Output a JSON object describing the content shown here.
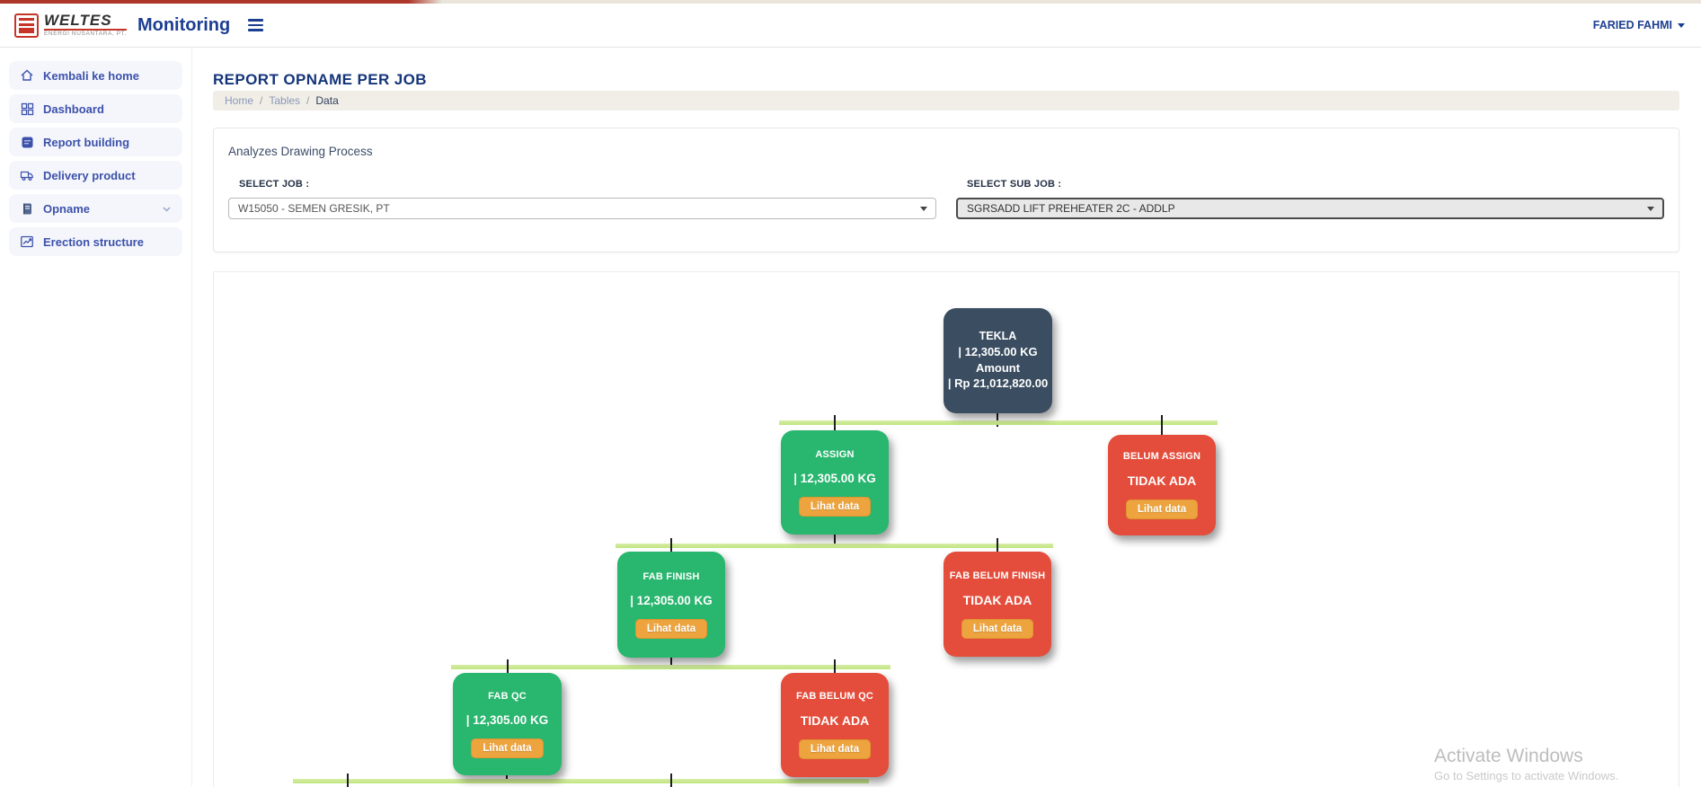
{
  "navbar": {
    "brand": "WELTES",
    "brand_sub": "ENERGI NUSANTARA, PT.",
    "title": "Monitoring",
    "user": "FARIED FAHMI"
  },
  "sidebar": {
    "items": [
      {
        "label": "Kembali ke home",
        "icon": "home-icon"
      },
      {
        "label": "Dashboard",
        "icon": "grid-icon"
      },
      {
        "label": "Report building",
        "icon": "report-icon"
      },
      {
        "label": "Delivery product",
        "icon": "truck-icon"
      },
      {
        "label": "Opname",
        "icon": "book-icon"
      },
      {
        "label": "Erection structure",
        "icon": "chart-icon"
      }
    ]
  },
  "page": {
    "title": "REPORT OPNAME PER JOB",
    "breadcrumb": {
      "home": "Home",
      "sep": "/",
      "tables": "Tables",
      "current": "Data"
    }
  },
  "filters": {
    "card_title": "Analyzes Drawing Process",
    "select_job_label": "SELECT JOB :",
    "select_job_value": "W15050 - SEMEN GRESIK, PT",
    "select_subjob_label": "SELECT SUB JOB :",
    "select_subjob_value": "SGRSADD LIFT PREHEATER 2C - ADDLP"
  },
  "tree": {
    "root": {
      "title": "TEKLA",
      "weight": "| 12,305.00 KG",
      "amount_label": "Amount",
      "amount": "| Rp 21,012,820.00"
    },
    "nodes": [
      {
        "title": "ASSIGN",
        "value": "| 12,305.00 KG",
        "button": "Lihat data",
        "status": "green"
      },
      {
        "title": "BELUM ASSIGN",
        "value": "TIDAK ADA",
        "button": "Lihat data",
        "status": "red"
      },
      {
        "title": "FAB FINISH",
        "value": "| 12,305.00 KG",
        "button": "Lihat data",
        "status": "green"
      },
      {
        "title": "FAB BELUM FINISH",
        "value": "TIDAK ADA",
        "button": "Lihat data",
        "status": "red"
      },
      {
        "title": "FAB QC",
        "value": "| 12,305.00 KG",
        "button": "Lihat data",
        "status": "green"
      },
      {
        "title": "FAB BELUM QC",
        "value": "TIDAK ADA",
        "button": "Lihat data",
        "status": "red"
      }
    ]
  },
  "watermark": {
    "title": "Activate Windows",
    "subtitle": "Go to Settings to activate Windows."
  },
  "colors": {
    "green": "#29b66e",
    "red": "#e44d3b",
    "dark_node": "#3b4d61",
    "orange_button": "#eda43f",
    "connector_green": "#bfe57f",
    "accent_blue": "#1c3e91",
    "sidebar_blue": "#3d51ab",
    "top_strip_red": "#ad372a"
  }
}
